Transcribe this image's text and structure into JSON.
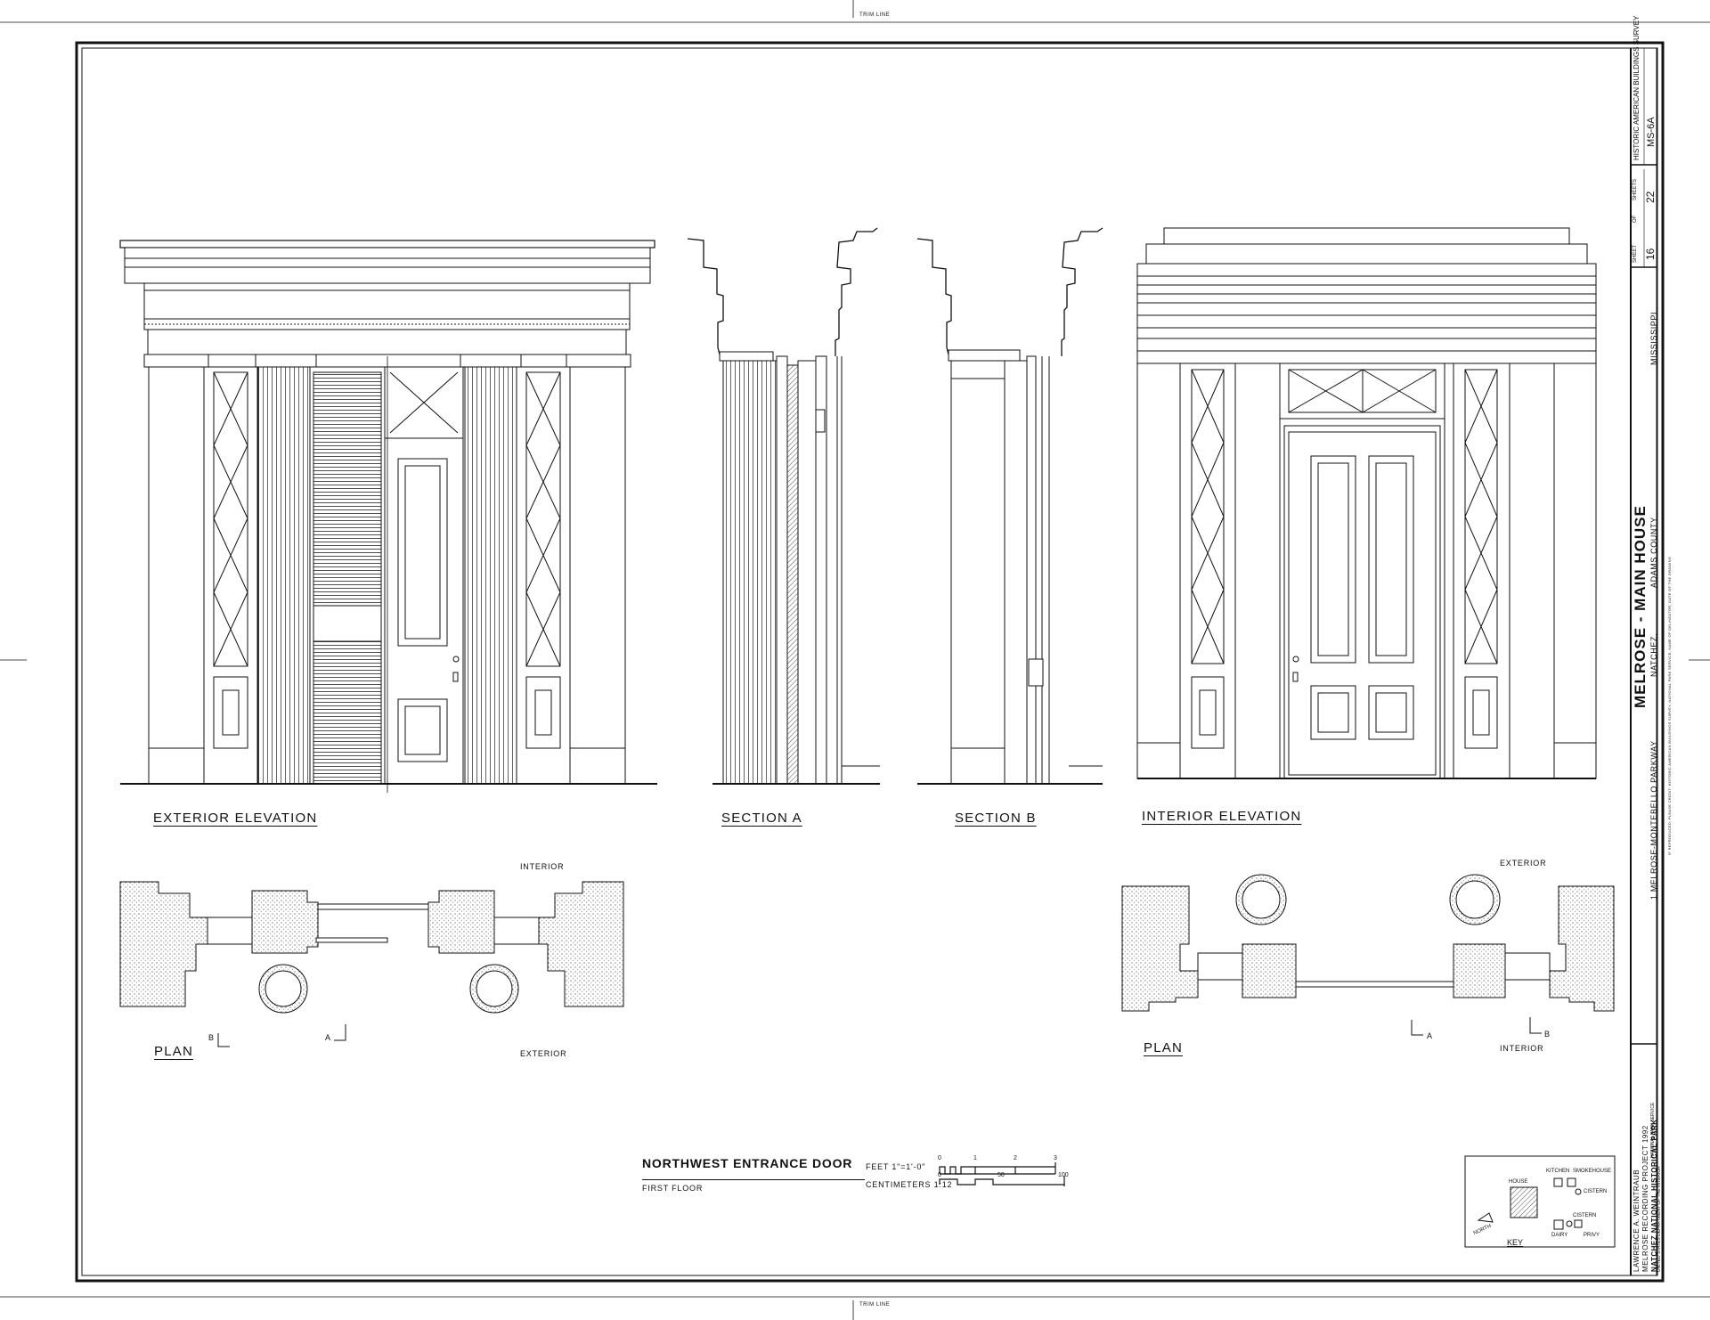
{
  "trim_line": "TRIM LINE",
  "views": {
    "exterior_elevation": "EXTERIOR ELEVATION",
    "section_a": "SECTION A",
    "section_b": "SECTION B",
    "interior_elevation": "INTERIOR ELEVATION",
    "plan_left": "PLAN",
    "plan_right": "PLAN"
  },
  "plan_notes": {
    "interior": "INTERIOR",
    "exterior": "EXTERIOR",
    "marker_a": "A",
    "marker_b": "B"
  },
  "title": {
    "name": "NORTHWEST ENTRANCE DOOR",
    "floor": "FIRST FLOOR",
    "scale_feet": "FEET  1\"=1'-0\"",
    "scale_cm": "CENTIMETERS  1:12",
    "feet_ticks": [
      "0",
      "1",
      "2",
      "3"
    ],
    "cm_ticks": [
      "0",
      "50",
      "100"
    ]
  },
  "key": {
    "title": "KEY",
    "house": "HOUSE",
    "kitchen": "KITCHEN",
    "smokehouse": "SMOKEHOUSE",
    "cistern_top": "CISTERN",
    "cistern_bottom": "CISTERN",
    "dairy": "DAIRY",
    "privy": "PRIVY",
    "north": "NORTH"
  },
  "title_block": {
    "survey": "HISTORIC AMERICAN BUILDINGS SURVEY",
    "number": "MS-6A",
    "sheet_label": "SHEET",
    "of_label": "OF",
    "sheet_no": "16",
    "sheets_label": "SHEETS",
    "sheet_total": "22",
    "building": "MELROSE - MAIN HOUSE",
    "address": "1 MELROSE-MONTEBELLO PARKWAY",
    "city": "NATCHEZ,",
    "county": "ADAMS COUNTY",
    "state": "MISSISSIPPI",
    "credit": "IF REPRODUCED, PLEASE CREDIT: HISTORIC AMERICAN BUILDINGS SURVEY, NATIONAL PARK SERVICE, NAME OF DELINEATOR, DATE OF THE DRAWING",
    "delineator": "LAWRENCE A. WEINTRAUB",
    "project": "MELROSE RECORDING PROJECT 1992",
    "park": "NATCHEZ NATIONAL HISTORICAL PARK",
    "service": "NATIONAL PARK SERVICE",
    "department": "UNITED STATES DEPARTMENT OF THE INTERIOR"
  }
}
